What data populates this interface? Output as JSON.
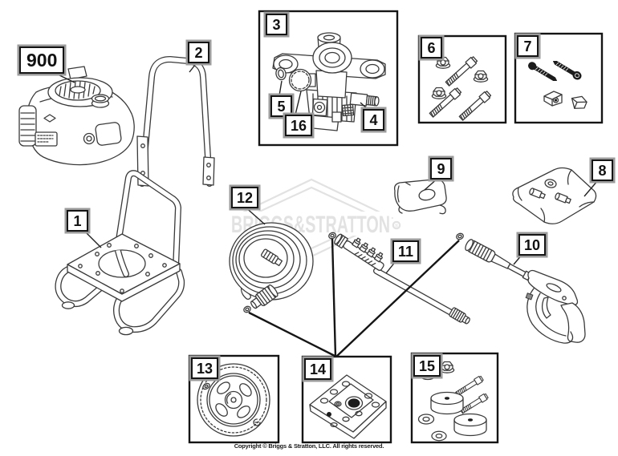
{
  "diagram": {
    "watermark": "BRIGGS&STRATTON",
    "registered_mark": "®",
    "copyright": "Copyright © Briggs & Stratton, LLC. All rights reserved.",
    "callouts": {
      "engine": "900",
      "handle": "2",
      "frame": "1",
      "pump_assembly": "3",
      "outlet_fitting": "4",
      "seal": "5",
      "bolt_kit": "6",
      "screw_kit": "7",
      "nozzle_kit": "8",
      "bracket": "9",
      "spray_gun": "10",
      "spray_wand": "11",
      "high_pressure_hose": "12",
      "wheel": "13",
      "base_plate": "14",
      "hardware_kit": "15",
      "knob": "16"
    }
  }
}
